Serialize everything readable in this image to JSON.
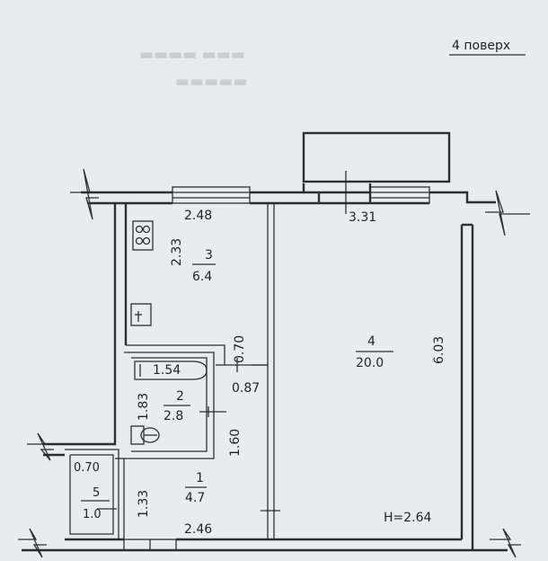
{
  "plan": {
    "floor_label": "4 поверх",
    "height_label": "H=2.64",
    "rooms": [
      {
        "number": "1",
        "area": "4.7"
      },
      {
        "number": "2",
        "area": "2.8"
      },
      {
        "number": "3",
        "area": "6.4"
      },
      {
        "number": "4",
        "area": "20.0"
      },
      {
        "number": "5",
        "area": "1.0"
      }
    ],
    "dimensions": {
      "kitchen_width": "2.48",
      "kitchen_depth": "2.33",
      "living_width": "3.31",
      "living_depth": "6.03",
      "passage_width": "0.70",
      "passage_depth": "0.87",
      "bath_width": "1.54",
      "bath_depth": "1.83",
      "bath_side": "1.60",
      "hall_width": "2.46",
      "hall_depth": "1.33",
      "closet_width": "0.70"
    }
  }
}
